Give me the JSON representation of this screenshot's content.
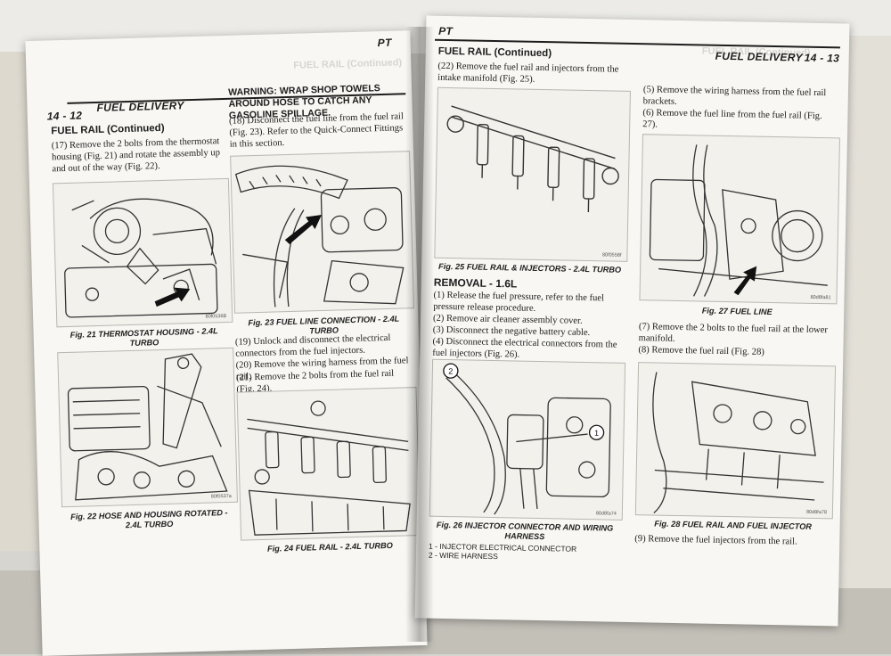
{
  "left_page": {
    "section_title": "FUEL RAIL (Continued)",
    "header": {
      "page_number": "14 - 12",
      "title": "FUEL DELIVERY",
      "tag": "PT"
    },
    "step_17": "(17) Remove the 2 bolts from the thermostat housing (Fig. 21) and rotate the assembly up and out of the way (Fig. 22).",
    "warning": "WARNING: WRAP SHOP TOWELS AROUND HOSE TO CATCH ANY GASOLINE SPILLAGE.",
    "step_18": "(18) Disconnect the fuel line from the fuel rail (Fig. 23). Refer to the Quick-Connect Fittings in this section.",
    "step_19": "(19) Unlock and disconnect the electrical connectors from the fuel injectors.",
    "step_20": "(20) Remove the wiring harness from the fuel rail.",
    "step_21": "(21) Remove the 2 bolts from the fuel rail (Fig. 24).",
    "figures": [
      {
        "caption": "Fig. 21 THERMOSTAT HOUSING - 2.4L TURBO",
        "code": "80f0536B"
      },
      {
        "caption": "Fig. 22 HOSE AND HOUSING ROTATED - 2.4L TURBO",
        "code": "80f0537a"
      },
      {
        "caption": "Fig. 23 FUEL LINE CONNECTION - 2.4L TURBO",
        "code": ""
      },
      {
        "caption": "Fig. 24 FUEL RAIL - 2.4L TURBO",
        "code": ""
      }
    ]
  },
  "right_page": {
    "header": {
      "tag": "PT",
      "title": "FUEL DELIVERY",
      "page_number": "14 - 13"
    },
    "section_title": "FUEL RAIL (Continued)",
    "step_22": "(22) Remove the fuel rail and injectors from the intake manifold (Fig. 25).",
    "step_5": "(5) Remove the wiring harness from the fuel rail brackets.",
    "step_6": "(6) Remove the fuel line from the fuel rail (Fig. 27).",
    "removal_title": "REMOVAL - 1.6L",
    "removal_steps": [
      "(1) Release the fuel pressure, refer to the fuel pressure release procedure.",
      "(2) Remove air cleaner assembly cover.",
      "(3) Disconnect the negative battery cable.",
      "(4) Disconnect the electrical connectors from the fuel injectors (Fig. 26)."
    ],
    "step_7": "(7) Remove the 2 bolts to the fuel rail at the lower manifold.",
    "step_8": "(8) Remove the fuel rail (Fig. 28)",
    "step_9": "(9) Remove the fuel injectors from the rail.",
    "figures": [
      {
        "caption": "Fig. 25 FUEL RAIL & INJECTORS - 2.4L TURBO",
        "code": "80f0558f"
      },
      {
        "caption": "Fig. 26 INJECTOR CONNECTOR AND WIRING HARNESS",
        "code": "80d8fa74",
        "legend": [
          "1 - INJECTOR ELECTRICAL CONNECTOR",
          "2 - WIRE HARNESS"
        ]
      },
      {
        "caption": "Fig. 27 FUEL LINE",
        "code": "80d8fa81"
      },
      {
        "caption": "Fig. 28 FUEL RAIL AND FUEL INJECTOR",
        "code": "80d8fa78"
      }
    ]
  }
}
